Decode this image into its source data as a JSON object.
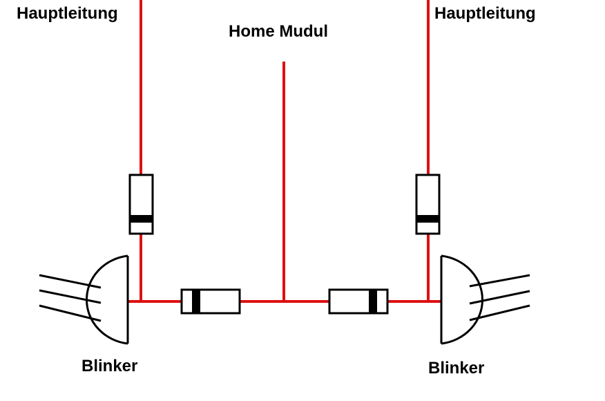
{
  "labels": {
    "main_line_left": "Hauptleitung",
    "main_line_right": "Hauptleitung",
    "home_module": "Home Mudul",
    "blinker_left": "Blinker",
    "blinker_right": "Blinker"
  },
  "colors": {
    "wire": "#dd1111",
    "component_stroke": "#000000",
    "component_fill": "#ffffff",
    "background": "#ffffff",
    "text": "#000000"
  }
}
